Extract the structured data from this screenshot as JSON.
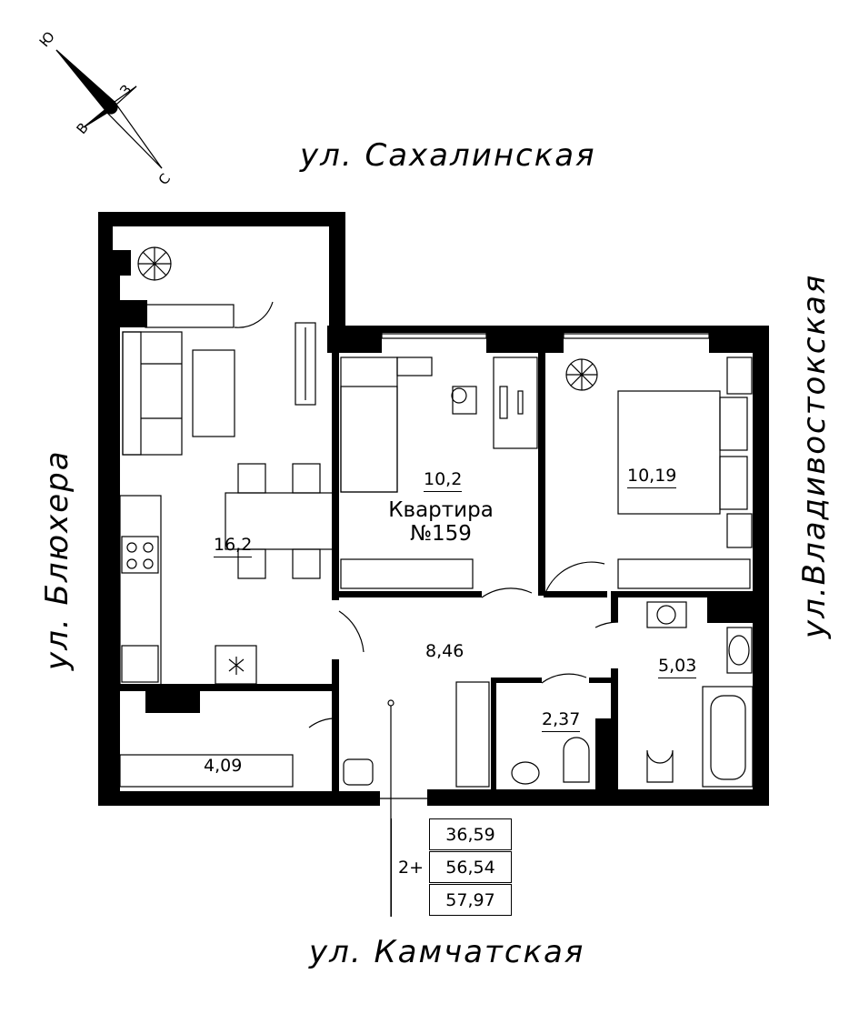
{
  "streets": {
    "top": "ул. Сахалинская",
    "bottom": "ул. Камчатская",
    "left": "ул. Блюхера",
    "right": "ул.Владивостокская"
  },
  "compass": {
    "n": "Ю",
    "e": "З",
    "w": "В",
    "s": "С"
  },
  "apartment": {
    "line1": "Квартира",
    "line2": "№159"
  },
  "rooms": {
    "living_kitchen": "16,2",
    "bedroom1": "10,2",
    "bedroom2": "10,19",
    "hall": "8,46",
    "wc": "2,37",
    "bath": "5,03",
    "balcony": "4,09"
  },
  "summary": {
    "type": "2+",
    "living": "36,59",
    "total": "56,54",
    "total_with_balcony": "57,97"
  }
}
